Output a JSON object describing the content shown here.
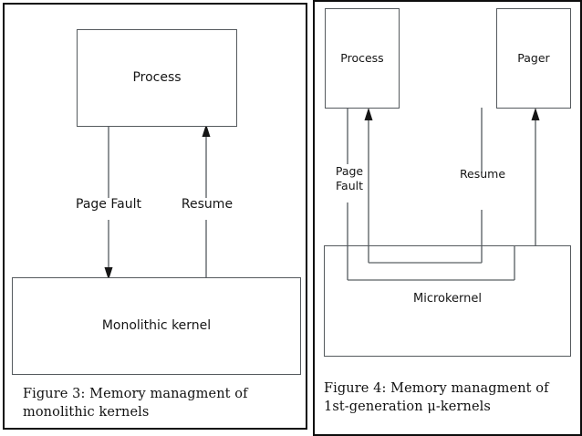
{
  "figure_left": {
    "caption": "Figure 3:  Memory managment of monolithic kernels",
    "nodes": {
      "process": "Process",
      "kernel": "Monolithic kernel"
    },
    "edges": {
      "page_fault": "Page Fault",
      "resume": "Resume"
    }
  },
  "figure_right": {
    "caption": "Figure 4:  Memory managment of 1st-generation μ-kernels",
    "nodes": {
      "process": "Process",
      "pager": "Pager",
      "microkernel": "Microkernel"
    },
    "edges": {
      "page_fault": "Page\nFault",
      "resume": "Resume"
    }
  },
  "colors": {
    "frame": "#0d0d0d",
    "box_stroke": "#555a5e",
    "wire": "#5b6065",
    "text": "#151515",
    "background": "#ffffff"
  }
}
